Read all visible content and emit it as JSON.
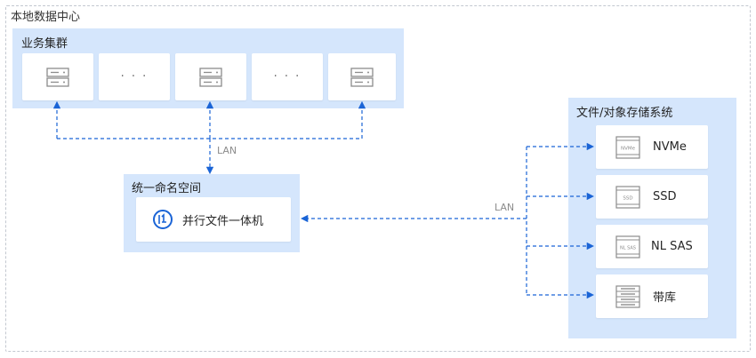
{
  "datacenter": {
    "title": "本地数据中心"
  },
  "business_cluster": {
    "title": "业务集群",
    "dots": "· · ·"
  },
  "namespace": {
    "title": "统一命名空间",
    "appliance_label": "并行文件一体机"
  },
  "storage": {
    "title": "文件/对象存储系统",
    "items": [
      {
        "label": "NVMe",
        "icon_text": "NVMe"
      },
      {
        "label": "SSD",
        "icon_text": "SSD"
      },
      {
        "label": "NL SAS",
        "icon_text": "NL SAS"
      },
      {
        "label": "带库",
        "icon_text": ""
      }
    ]
  },
  "links": {
    "lan_top": "LAN",
    "lan_right": "LAN"
  },
  "colors": {
    "accent": "#1a64d6",
    "group_bg": "#d5e6fc",
    "frame": "#c3c8d0"
  }
}
